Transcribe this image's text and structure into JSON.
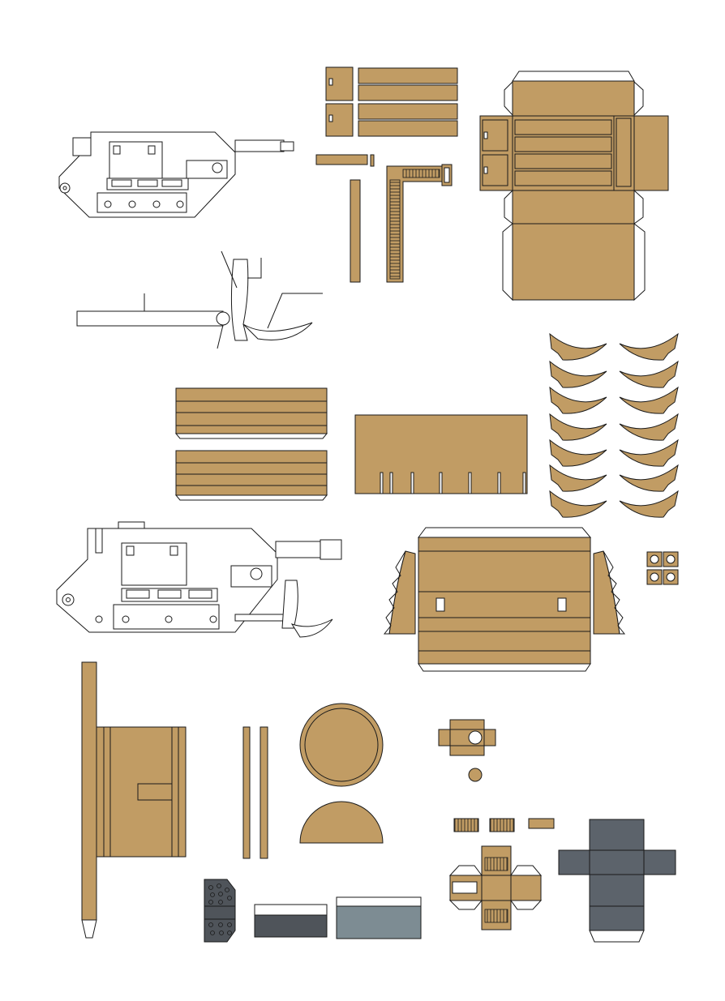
{
  "sheet": {
    "colors": {
      "tan": "#c19c64",
      "outline": "#1a1a1a",
      "white": "#ffffff",
      "dark_gray": "#5c636b",
      "slate_gray": "#7d8c93",
      "charcoal": "#4f545a"
    },
    "parts": [
      "assembled-tank-side-view",
      "assembly-diagram-dozer-arm",
      "ammo-box-panels",
      "dozer-arm-strips",
      "hull-box-net",
      "dozer-blade-teeth",
      "blade-front-strips",
      "blade-rear-panel",
      "tank-side-view-with-blade",
      "blade-body-net",
      "bolt-heads",
      "tall-mast-panel",
      "thin-rods",
      "round-disc",
      "half-disc",
      "small-block-net",
      "small-round",
      "vent-grilles",
      "cross-box-net",
      "gray-cross-net",
      "tread-plate",
      "gray-panels"
    ]
  }
}
